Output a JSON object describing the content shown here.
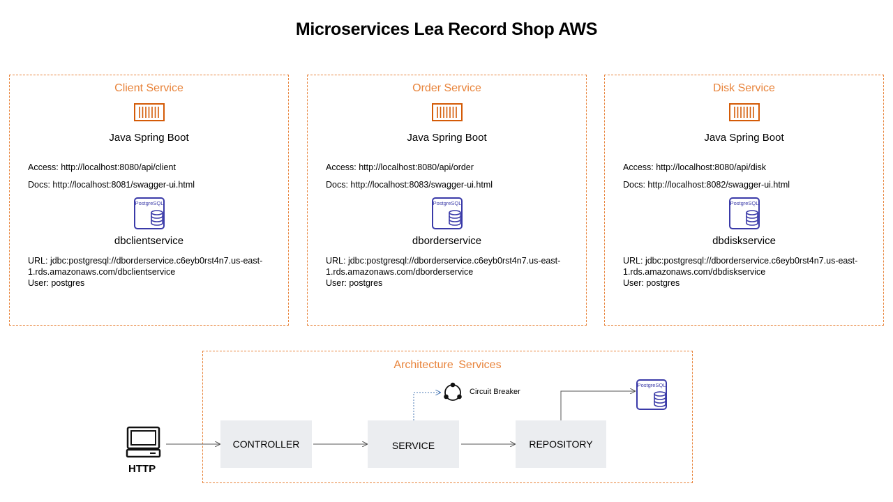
{
  "title": "Microservices Lea Record Shop AWS",
  "colors": {
    "accent": "#e8833a",
    "icon_orange": "#d45b07",
    "icon_blue": "#3a3aa8",
    "box": "#ebedf0"
  },
  "services": [
    {
      "name": "Client Service",
      "tech": "Java Spring Boot",
      "access": "Access: http://localhost:8080/api/client",
      "docs": "Docs: http://localhost:8081/swagger-ui.html",
      "db_label": "PostgreSQL",
      "db": "dbclientservice",
      "url_line1": "URL: jdbc:postgresql://dborderservice.c6eyb0rst4n7.us-east-",
      "url_line2": "1.rds.amazonaws.com/dbclientservice",
      "user": "User: postgres"
    },
    {
      "name": "Order Service",
      "tech": "Java Spring Boot",
      "access": "Access: http://localhost:8080/api/order",
      "docs": "Docs: http://localhost:8083/swagger-ui.html",
      "db_label": "PostgreSQL",
      "db": "dborderservice",
      "url_line1": "URL: jdbc:postgresql://dborderservice.c6eyb0rst4n7.us-east-",
      "url_line2": "1.rds.amazonaws.com/dborderservice",
      "user": "User: postgres"
    },
    {
      "name": "Disk Service",
      "tech": "Java Spring Boot",
      "access": "Access: http://localhost:8080/api/disk",
      "docs": "Docs: http://localhost:8082/swagger-ui.html",
      "db_label": "PostgreSQL",
      "db": "dbdiskservice",
      "url_line1": "URL: jdbc:postgresql://dborderservice.c6eyb0rst4n7.us-east-",
      "url_line2": "1.rds.amazonaws.com/dbdiskservice",
      "user": "User: postgres"
    }
  ],
  "architecture": {
    "title": "Architecture Services",
    "http": "HTTP",
    "controller": "CONTROLLER",
    "service": "SERVICE",
    "repository": "REPOSITORY",
    "circuit_breaker": "Circuit Breaker",
    "db_label": "PostgreSQL",
    "icons": [
      "laptop-icon",
      "circuit-breaker-icon",
      "postgresql-icon"
    ]
  }
}
